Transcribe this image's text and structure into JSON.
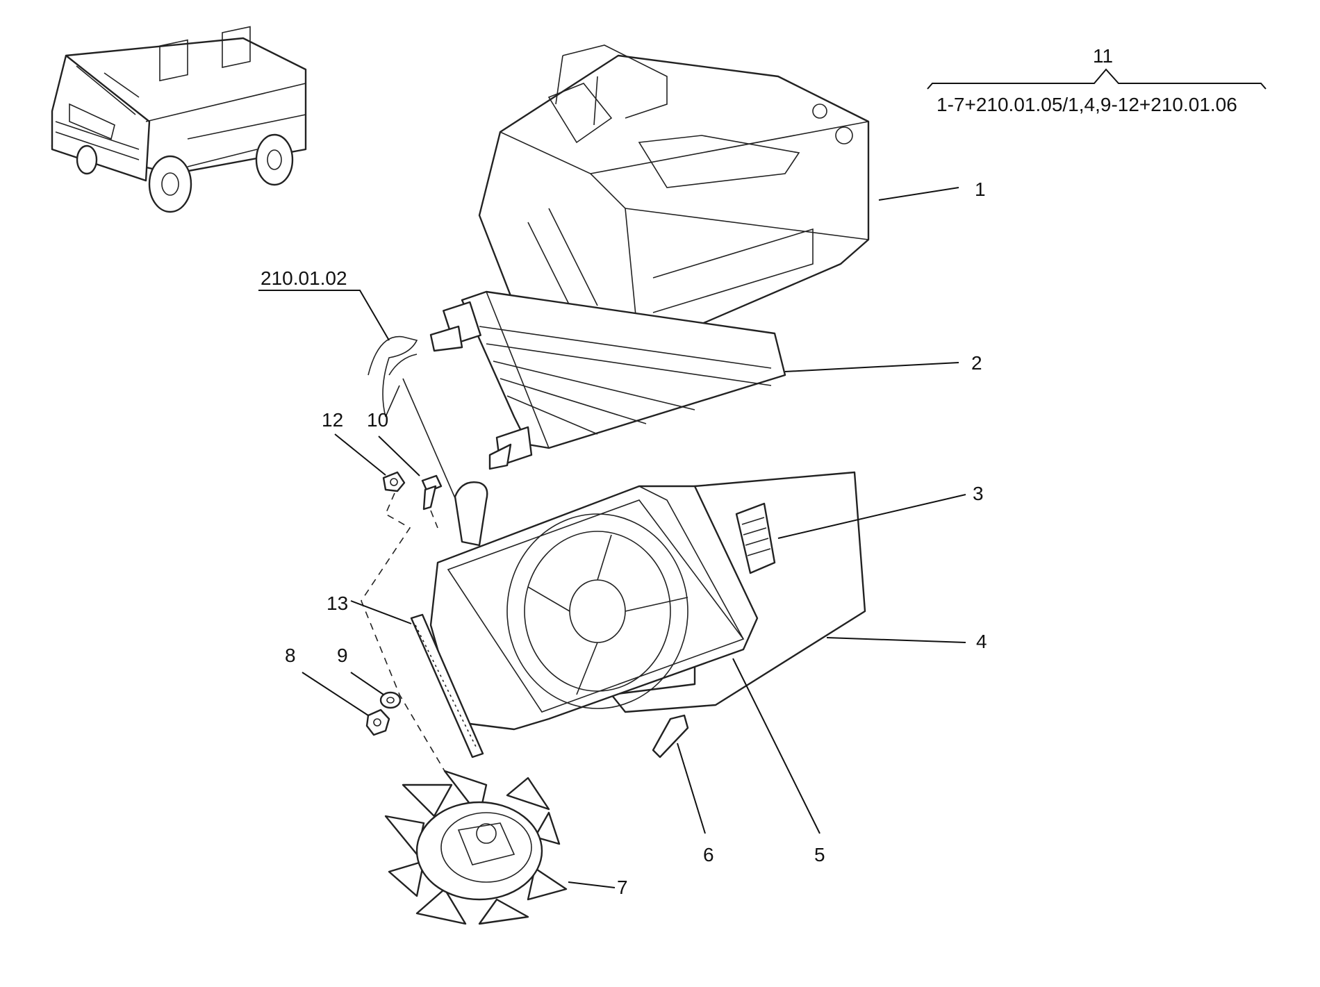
{
  "callouts": {
    "c1": "1",
    "c2": "2",
    "c3": "3",
    "c4": "4",
    "c5": "5",
    "c6": "6",
    "c7": "7",
    "c8": "8",
    "c9": "9",
    "c10": "10",
    "c11": "11",
    "c12": "12",
    "c13": "13"
  },
  "references": {
    "hose_group": "210.01.02",
    "kit_formula": "1-7+210.01.05/1,4,9-12+210.01.06"
  },
  "colors": {
    "ink": "#111111",
    "paper": "#ffffff"
  },
  "icons": {
    "vehicle": "vehicle-thumbnail-icon"
  }
}
